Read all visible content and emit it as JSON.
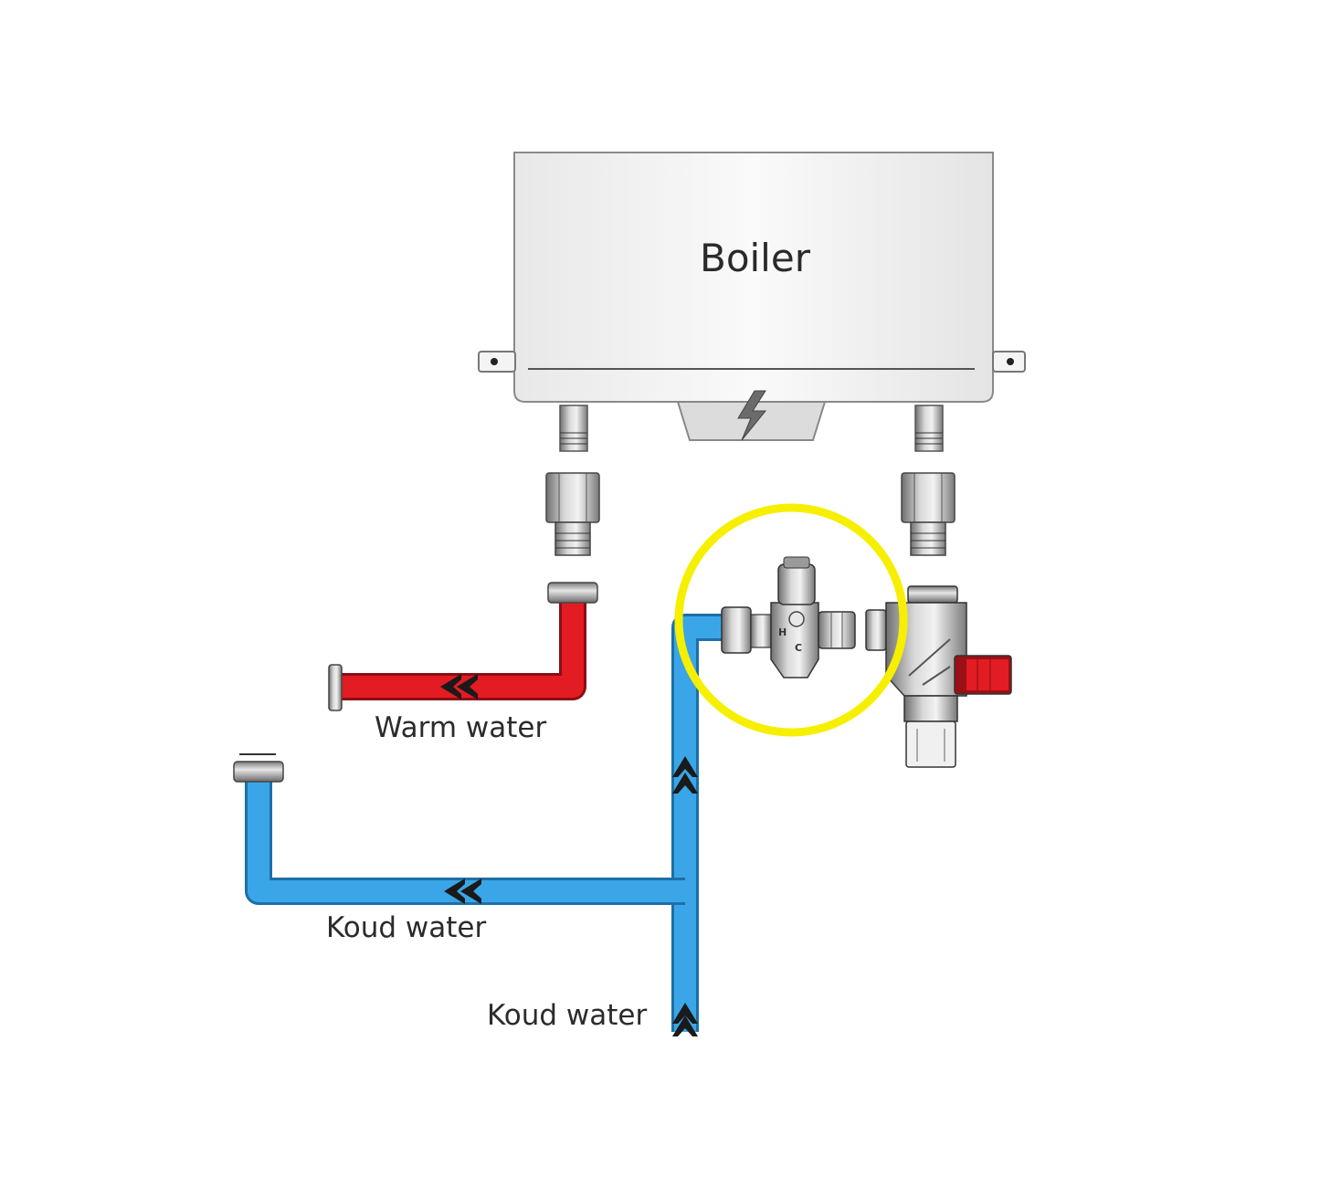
{
  "boiler": {
    "title": "Boiler"
  },
  "labels": {
    "warm_water": "Warm water",
    "cold_water_branch": "Koud water",
    "cold_water_supply": "Koud water"
  },
  "valve": {
    "hot_port": "H",
    "cold_port": "C"
  },
  "colors": {
    "warm_pipe": "#e31b23",
    "cold_pipe": "#3aa6e8",
    "highlight_ring": "#f6ef00",
    "boiler_body": "#eeeeee"
  },
  "icons": [
    "lightning-icon",
    "flow-arrow-icon"
  ]
}
